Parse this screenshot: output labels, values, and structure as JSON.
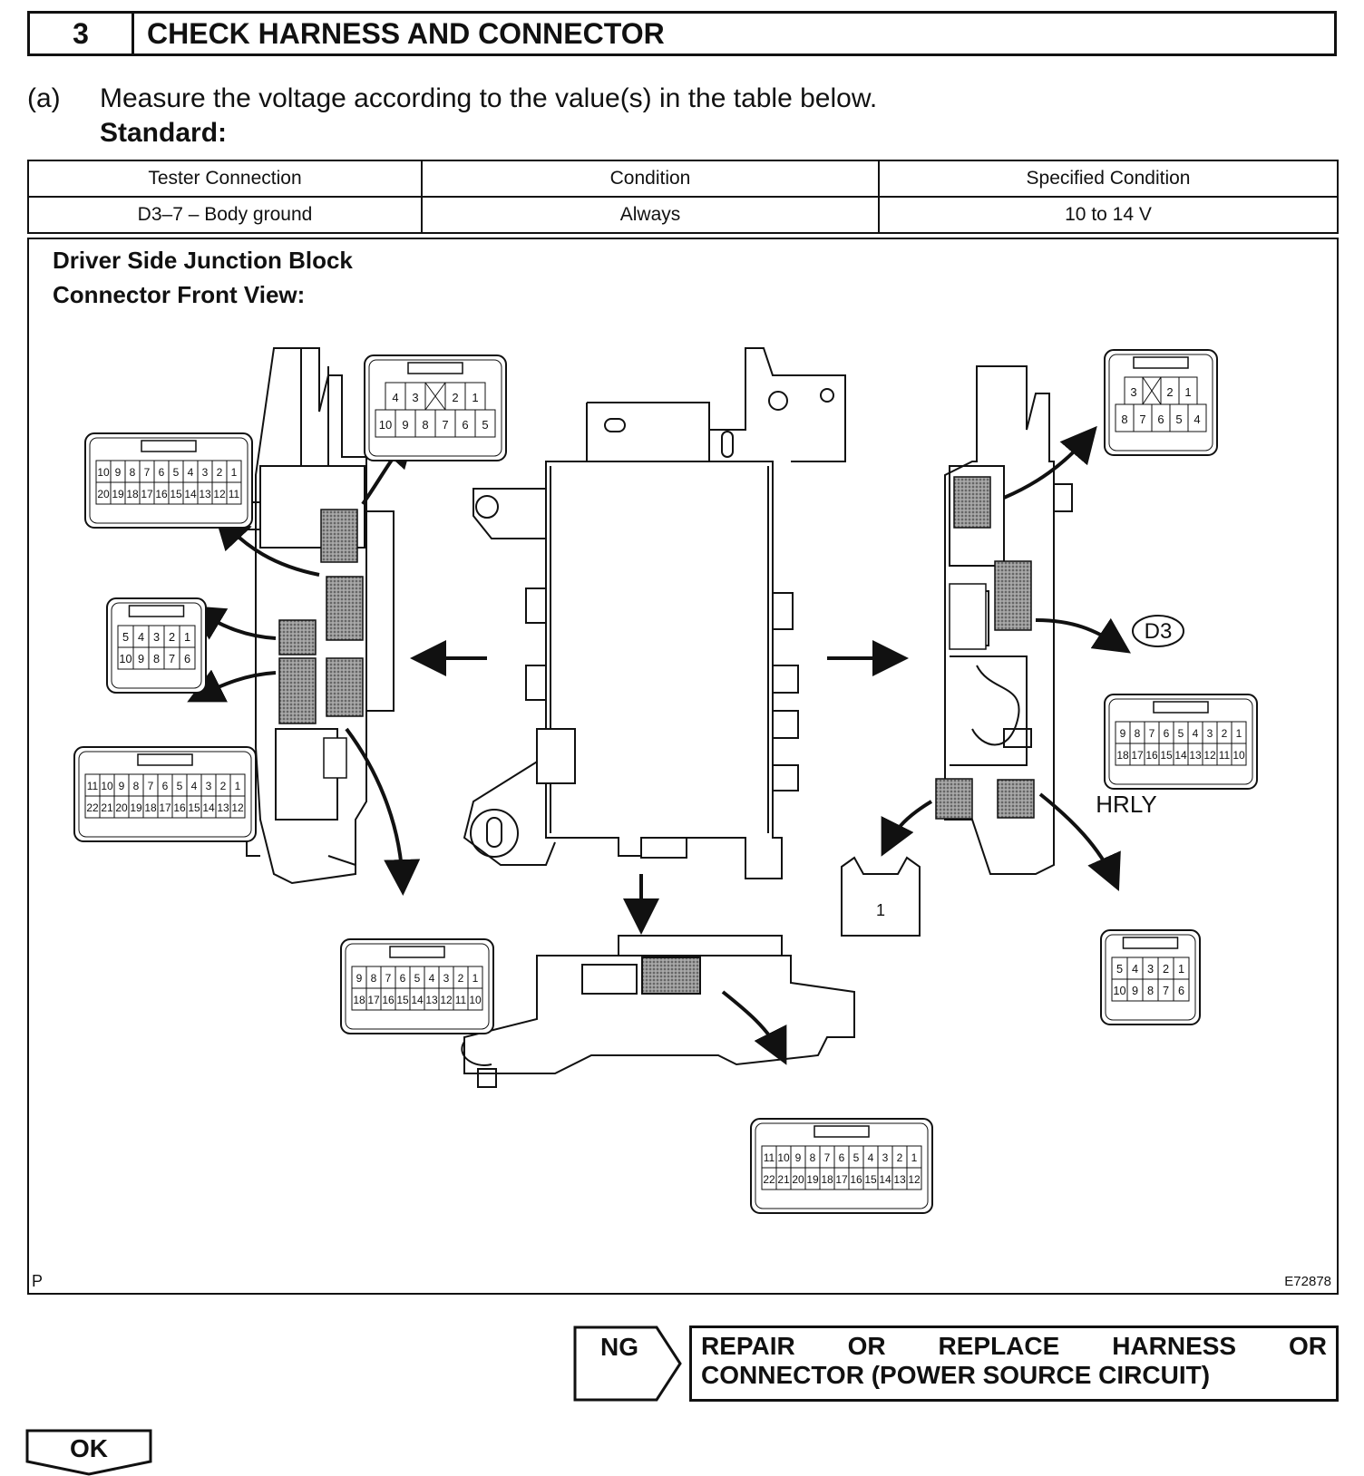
{
  "step": {
    "number": "3",
    "title": "CHECK HARNESS AND CONNECTOR"
  },
  "instruction": {
    "label": "(a)",
    "text": "Measure the voltage according to the value(s) in the table below."
  },
  "standard_label": "Standard:",
  "table": {
    "headers": [
      "Tester Connection",
      "Condition",
      "Specified Condition"
    ],
    "row": [
      "D3–7 – Body ground",
      "Always",
      "10 to 14 V"
    ]
  },
  "figure": {
    "title_line1": "Driver Side Junction Block",
    "title_line2": "Connector Front View:",
    "corner_mark": "P",
    "figure_id": "E72878",
    "connector_d3_label": "D3",
    "hrly_label": "HRLY",
    "connectors": {
      "left_top_row1": [
        "4",
        "3",
        "",
        "2",
        "1"
      ],
      "left_top_row2": [
        "10",
        "9",
        "8",
        "7",
        "6",
        "5"
      ],
      "left_20_row1": [
        "10",
        "9",
        "8",
        "7",
        "6",
        "5",
        "4",
        "3",
        "2",
        "1"
      ],
      "left_20_row2": [
        "20",
        "19",
        "18",
        "17",
        "16",
        "15",
        "14",
        "13",
        "12",
        "11"
      ],
      "left_10_row1": [
        "5",
        "4",
        "3",
        "2",
        "1"
      ],
      "left_10_row2": [
        "10",
        "9",
        "8",
        "7",
        "6"
      ],
      "left_22_row1": [
        "11",
        "10",
        "9",
        "8",
        "7",
        "6",
        "5",
        "4",
        "3",
        "2",
        "1"
      ],
      "left_22_row2": [
        "22",
        "21",
        "20",
        "19",
        "18",
        "17",
        "16",
        "15",
        "14",
        "13",
        "12"
      ],
      "bottom_18_row1": [
        "9",
        "8",
        "7",
        "6",
        "5",
        "4",
        "3",
        "2",
        "1"
      ],
      "bottom_18_row2": [
        "18",
        "17",
        "16",
        "15",
        "14",
        "13",
        "12",
        "11",
        "10"
      ],
      "bottom_22_row1": [
        "11",
        "10",
        "9",
        "8",
        "7",
        "6",
        "5",
        "4",
        "3",
        "2",
        "1"
      ],
      "bottom_22_row2": [
        "22",
        "21",
        "20",
        "19",
        "18",
        "17",
        "16",
        "15",
        "14",
        "13",
        "12"
      ],
      "right_top_row1": [
        "3",
        "",
        "2",
        "1"
      ],
      "right_top_row2": [
        "8",
        "7",
        "6",
        "5",
        "4"
      ],
      "d3_row1": [
        "9",
        "8",
        "7",
        "6",
        "5",
        "4",
        "3",
        "2",
        "1"
      ],
      "d3_row2": [
        "18",
        "17",
        "16",
        "15",
        "14",
        "13",
        "12",
        "11",
        "10"
      ],
      "right_10_row1": [
        "5",
        "4",
        "3",
        "2",
        "1"
      ],
      "right_10_row2": [
        "10",
        "9",
        "8",
        "7",
        "6"
      ],
      "single_pin": "1"
    }
  },
  "ng": {
    "label": "NG",
    "action_line1_words": [
      "REPAIR",
      "OR",
      "REPLACE",
      "HARNESS",
      "OR"
    ],
    "action_line2": "CONNECTOR (POWER SOURCE CIRCUIT)"
  },
  "ok": {
    "label": "OK"
  }
}
